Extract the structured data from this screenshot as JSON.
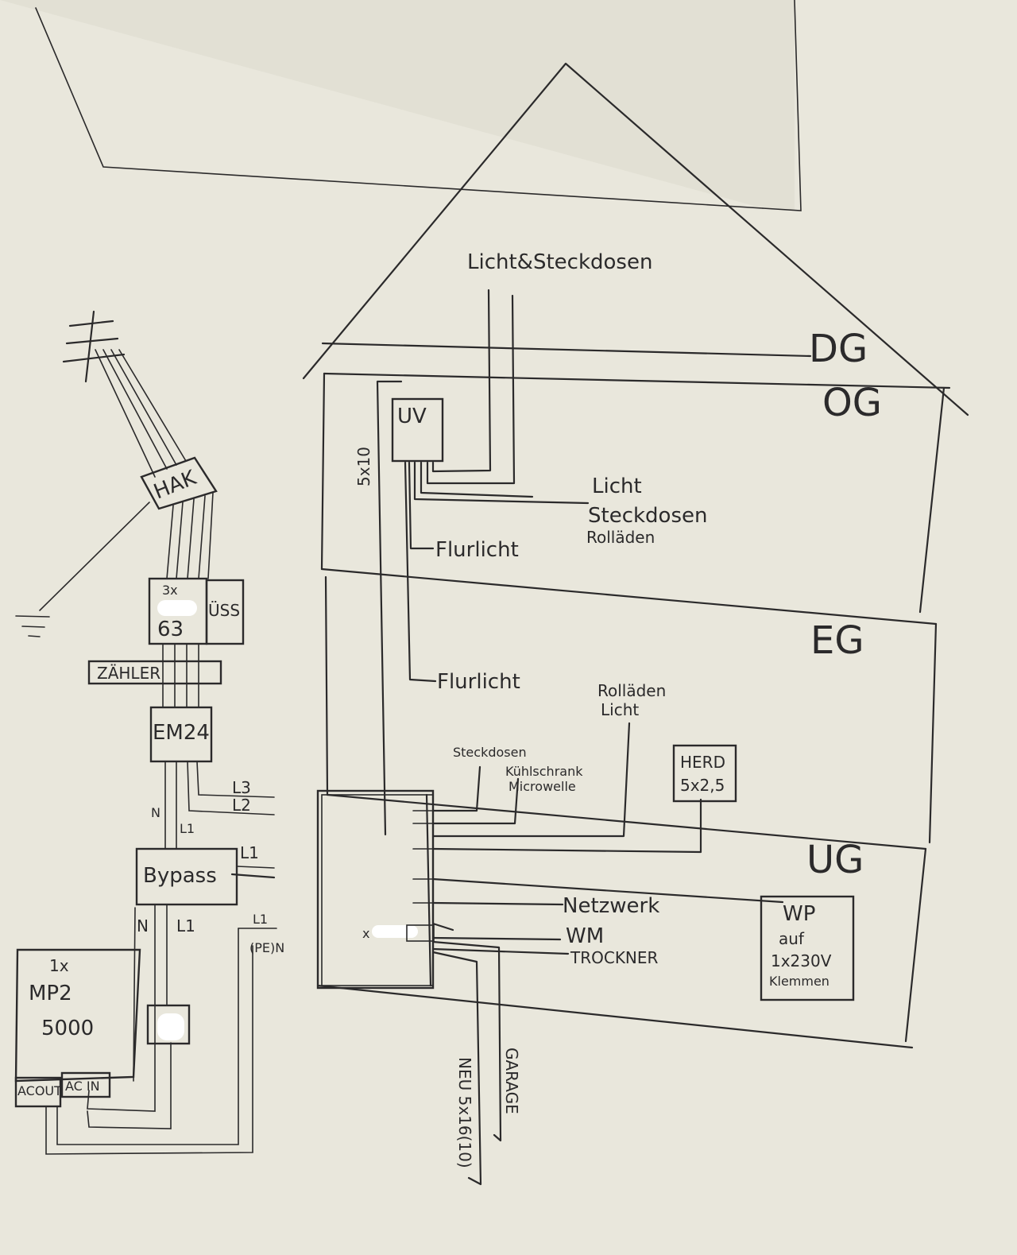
{
  "labels": {
    "dg": "DG",
    "og": "OG",
    "eg": "EG",
    "ug": "UG",
    "uv": "UV",
    "licht_steckdosen_dg": "Licht&Steckdosen",
    "feed_5x10": "5x10",
    "og_licht": "Licht",
    "og_steckdosen": "Steckdosen",
    "og_rollladen": "Rolläden",
    "flurlicht_og": "Flurlicht",
    "flurlicht_eg": "Flurlicht",
    "eg_rollladen": "Rolläden",
    "eg_licht": "Licht",
    "steckdosen": "Steckdosen",
    "kuehlschrank": "Kühlschrank",
    "microwelle": "Microwelle",
    "herd": "HERD",
    "herd_cable": "5x2,5",
    "netzwerk": "Netzwerk",
    "wm": "WM",
    "trockner": "TROCKNER",
    "wp_1": "WP",
    "wp_2": "auf",
    "wp_3": "1x230V",
    "wp_4": "Klemmen",
    "garage": "GARAGE",
    "neu_cable": "NEU 5x16(10)",
    "hak": "HAK",
    "fuse_top": "3x",
    "fuse_val": "63",
    "uss": "ÜSS",
    "zaehler": "ZÄHLER",
    "em24": "EM24",
    "l3": "L3",
    "l2": "L2",
    "l1": "L1",
    "n": "N",
    "bypass": "Bypass",
    "bypass_l1": "L1",
    "n_lower": "N",
    "l1_lower": "L1",
    "l1_right": "L1",
    "pe_n": "(PE)N",
    "mp_1": "1x",
    "mp_2": "MP2",
    "mp_3": "5000",
    "ac_out": "ACOUT",
    "ac_in": "AC IN",
    "sub_x": "x"
  },
  "colors": {
    "paper": "#e9e7dc",
    "ink": "#2b2a2b",
    "redaction": "#ffffff"
  }
}
